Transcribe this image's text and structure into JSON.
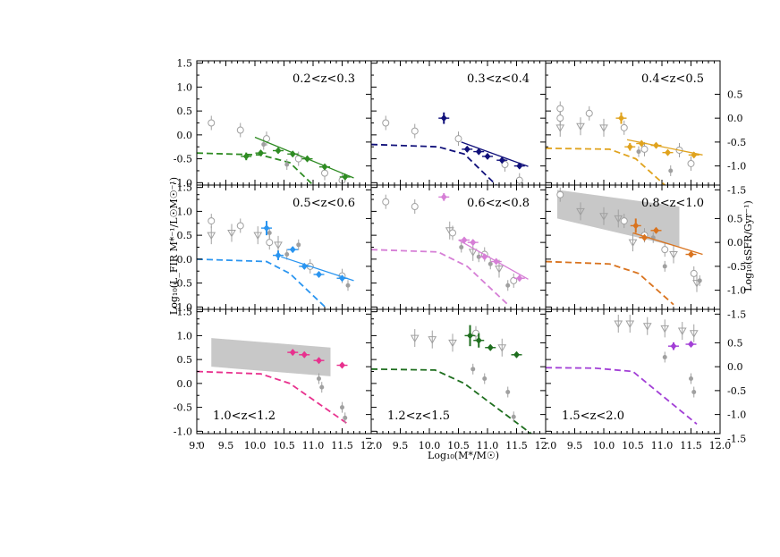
{
  "figure": {
    "xlabel": "Log₁₀(M*/M☉)",
    "ylabel_left": "Log₁₀(L_FIR M*⁻¹/L☉M☉⁻¹)",
    "ylabel_right": "Log₁₀(sSFR/Gyr⁻¹)"
  },
  "axes": {
    "x_ticks": [
      9.0,
      9.5,
      10.0,
      10.5,
      11.0,
      11.5,
      12.0
    ],
    "x_tick_labels": [
      "9.0",
      "9.5",
      "10.0",
      "10.5",
      "11.0",
      "11.5",
      "12.0"
    ],
    "left_ticks": [
      1.5,
      1.0,
      0.5,
      0.0,
      -0.5,
      -1.0
    ],
    "left_tick_labels": [
      "1.5",
      "1.0",
      "0.5",
      "0.0",
      "-0.5",
      "-1.0"
    ],
    "right_ticks": [
      0.5,
      0.0,
      -0.5,
      -1.0,
      -1.5
    ],
    "right_tick_labels": [
      "0.5",
      "0.0",
      "-0.5",
      "-1.0",
      "-1.5"
    ],
    "xlim": [
      9.0,
      12.0
    ],
    "ylim": [
      -1.05,
      1.55
    ],
    "ssfr_offset": -0.35
  },
  "chart_data": [
    {
      "type": "scatter",
      "label": "0.2<z<0.3",
      "color": "#2e8b22",
      "points": [
        [
          9.85,
          -0.45,
          0.08
        ],
        [
          10.1,
          -0.38,
          0.06
        ],
        [
          10.4,
          -0.33,
          0.05
        ],
        [
          10.65,
          -0.4,
          0.05
        ],
        [
          10.9,
          -0.5,
          0.05
        ],
        [
          11.2,
          -0.67,
          0.05
        ],
        [
          11.55,
          -0.88,
          0.05
        ]
      ],
      "fit": [
        [
          10.0,
          -0.05
        ],
        [
          11.7,
          -0.9
        ]
      ],
      "dashed": [
        [
          9.0,
          -0.38
        ],
        [
          10.1,
          -0.42
        ],
        [
          10.6,
          -0.58
        ],
        [
          11.0,
          -1.05
        ]
      ],
      "grey_open": [
        [
          9.25,
          0.25
        ],
        [
          9.75,
          0.1
        ],
        [
          10.2,
          -0.08
        ],
        [
          10.75,
          -0.5
        ],
        [
          11.2,
          -0.8
        ],
        [
          11.5,
          -0.95
        ]
      ],
      "grey_filled": [
        [
          10.15,
          -0.2
        ],
        [
          10.55,
          -0.62
        ]
      ],
      "grey_triangles": [],
      "grey_box": null
    },
    {
      "type": "scatter",
      "label": "0.3<z<0.4",
      "color": "#10107a",
      "points": [
        [
          10.25,
          0.35,
          0.12
        ],
        [
          10.65,
          -0.3,
          0.05
        ],
        [
          10.85,
          -0.35,
          0.05
        ],
        [
          11.0,
          -0.45,
          0.05
        ],
        [
          11.25,
          -0.53,
          0.05
        ],
        [
          11.55,
          -0.65,
          0.05
        ]
      ],
      "fit": [
        [
          10.55,
          -0.15
        ],
        [
          11.7,
          -0.66
        ]
      ],
      "dashed": [
        [
          9.0,
          -0.2
        ],
        [
          10.15,
          -0.25
        ],
        [
          10.6,
          -0.4
        ],
        [
          11.15,
          -1.05
        ]
      ],
      "grey_open": [
        [
          9.25,
          0.25
        ],
        [
          9.75,
          0.08
        ],
        [
          10.5,
          -0.08
        ],
        [
          11.3,
          -0.62
        ],
        [
          11.55,
          -0.95
        ]
      ],
      "grey_filled": [],
      "grey_triangles": [],
      "grey_box": null
    },
    {
      "type": "scatter",
      "label": "0.4<z<0.5",
      "color": "#e0a31e",
      "points": [
        [
          10.3,
          0.35,
          0.12
        ],
        [
          10.45,
          -0.25,
          0.08
        ],
        [
          10.65,
          -0.18,
          0.05
        ],
        [
          10.9,
          -0.22,
          0.05
        ],
        [
          11.1,
          -0.37,
          0.05
        ],
        [
          11.55,
          -0.42,
          0.05
        ]
      ],
      "fit": [
        [
          10.4,
          -0.1
        ],
        [
          11.7,
          -0.42
        ]
      ],
      "dashed": [
        [
          9.0,
          -0.28
        ],
        [
          10.1,
          -0.3
        ],
        [
          10.55,
          -0.5
        ],
        [
          11.05,
          -1.05
        ]
      ],
      "grey_open": [
        [
          9.25,
          0.55
        ],
        [
          9.25,
          0.35
        ],
        [
          9.75,
          0.45
        ],
        [
          10.35,
          0.15
        ],
        [
          10.7,
          -0.3
        ],
        [
          11.3,
          -0.32
        ],
        [
          11.5,
          -0.6
        ]
      ],
      "grey_filled": [
        [
          10.6,
          -0.35
        ],
        [
          11.15,
          -0.75
        ]
      ],
      "grey_triangles": [
        [
          9.25,
          0.15
        ],
        [
          9.6,
          0.18
        ],
        [
          10.0,
          0.15
        ]
      ],
      "grey_box": null
    },
    {
      "type": "scatter",
      "label": "0.5<z<0.6",
      "color": "#2a95f0",
      "points": [
        [
          10.2,
          0.65,
          0.15
        ],
        [
          10.4,
          0.08,
          0.1
        ],
        [
          10.65,
          0.2,
          0.05
        ],
        [
          10.85,
          -0.15,
          0.05
        ],
        [
          11.1,
          -0.32,
          0.05
        ],
        [
          11.5,
          -0.4,
          0.05
        ]
      ],
      "fit": [
        [
          10.45,
          0.05
        ],
        [
          11.7,
          -0.45
        ]
      ],
      "dashed": [
        [
          9.0,
          0.0
        ],
        [
          10.2,
          -0.05
        ],
        [
          10.6,
          -0.3
        ],
        [
          11.25,
          -1.05
        ]
      ],
      "grey_open": [
        [
          9.25,
          0.8
        ],
        [
          9.75,
          0.7
        ],
        [
          10.25,
          0.35
        ],
        [
          10.95,
          -0.15
        ],
        [
          11.5,
          -0.35
        ]
      ],
      "grey_filled": [
        [
          10.25,
          0.55
        ],
        [
          10.55,
          0.1
        ],
        [
          10.75,
          0.3
        ],
        [
          11.6,
          -0.55
        ]
      ],
      "grey_triangles": [
        [
          9.25,
          0.5
        ],
        [
          9.6,
          0.55
        ],
        [
          10.05,
          0.5
        ],
        [
          10.4,
          0.3
        ]
      ],
      "grey_box": null
    },
    {
      "type": "scatter",
      "label": "0.6<z<0.8",
      "color": "#d67fd6",
      "points": [
        [
          10.25,
          1.3,
          0.08
        ],
        [
          10.6,
          0.4,
          0.05
        ],
        [
          10.75,
          0.35,
          0.05
        ],
        [
          10.95,
          0.05,
          0.05
        ],
        [
          11.15,
          -0.05,
          0.05
        ],
        [
          11.55,
          -0.4,
          0.05
        ]
      ],
      "fit": [
        [
          10.5,
          0.4
        ],
        [
          11.7,
          -0.42
        ]
      ],
      "dashed": [
        [
          9.0,
          0.2
        ],
        [
          10.15,
          0.15
        ],
        [
          10.65,
          -0.15
        ],
        [
          11.35,
          -0.95
        ]
      ],
      "grey_open": [
        [
          9.25,
          1.2
        ],
        [
          9.75,
          1.1
        ],
        [
          10.4,
          0.55
        ],
        [
          10.95,
          0.1
        ],
        [
          11.45,
          -0.45
        ]
      ],
      "grey_filled": [
        [
          10.55,
          0.25
        ],
        [
          10.85,
          0.05
        ],
        [
          11.05,
          -0.1
        ],
        [
          11.35,
          -0.55
        ]
      ],
      "grey_triangles": [
        [
          10.35,
          0.6
        ],
        [
          10.75,
          0.15
        ],
        [
          11.2,
          -0.2
        ]
      ],
      "grey_box": null
    },
    {
      "type": "scatter",
      "label": "0.8<z<1.0",
      "color": "#d9731e",
      "points": [
        [
          10.55,
          0.7,
          0.15
        ],
        [
          10.7,
          0.45,
          0.05
        ],
        [
          10.9,
          0.6,
          0.05
        ],
        [
          11.5,
          0.1,
          0.05
        ]
      ],
      "fit": [
        [
          10.5,
          0.55
        ],
        [
          11.7,
          0.1
        ]
      ],
      "dashed": [
        [
          9.0,
          -0.05
        ],
        [
          10.1,
          -0.1
        ],
        [
          10.6,
          -0.3
        ],
        [
          11.2,
          -0.95
        ]
      ],
      "grey_open": [
        [
          9.25,
          1.35
        ],
        [
          10.35,
          0.8
        ],
        [
          10.7,
          0.5
        ],
        [
          11.05,
          0.2
        ],
        [
          11.55,
          -0.3
        ]
      ],
      "grey_filled": [
        [
          10.85,
          0.45
        ],
        [
          11.05,
          -0.15
        ],
        [
          11.65,
          -0.45
        ]
      ],
      "grey_triangles": [
        [
          9.6,
          1.0
        ],
        [
          10.0,
          0.9
        ],
        [
          10.25,
          0.85
        ],
        [
          10.5,
          0.35
        ],
        [
          11.2,
          0.1
        ],
        [
          11.6,
          -0.5
        ]
      ],
      "grey_box": [
        [
          9.2,
          0.85
        ],
        [
          11.3,
          0.25
        ],
        [
          11.3,
          1.1
        ],
        [
          9.2,
          1.45
        ]
      ]
    },
    {
      "type": "scatter",
      "label": "1.0<z<1.2",
      "color": "#e8318e",
      "points": [
        [
          10.65,
          0.65,
          0.05
        ],
        [
          10.85,
          0.6,
          0.05
        ],
        [
          11.1,
          0.48,
          0.05
        ],
        [
          11.5,
          0.38,
          0.05
        ]
      ],
      "fit": [],
      "dashed": [
        [
          9.0,
          0.25
        ],
        [
          10.1,
          0.2
        ],
        [
          10.6,
          0.0
        ],
        [
          11.6,
          -0.85
        ]
      ],
      "grey_open": [],
      "grey_filled": [
        [
          11.1,
          0.1
        ],
        [
          11.15,
          -0.08
        ],
        [
          11.5,
          -0.5
        ],
        [
          11.55,
          -0.72
        ]
      ],
      "grey_triangles": [],
      "grey_box": [
        [
          9.25,
          0.35
        ],
        [
          11.3,
          0.15
        ],
        [
          11.3,
          0.75
        ],
        [
          9.25,
          0.95
        ]
      ]
    },
    {
      "type": "scatter",
      "label": "1.2<z<1.5",
      "color": "#1e6e1e",
      "points": [
        [
          10.7,
          1.0,
          0.22
        ],
        [
          10.85,
          0.9,
          0.15
        ],
        [
          11.05,
          0.75,
          0.05
        ],
        [
          11.5,
          0.6,
          0.05
        ]
      ],
      "fit": [],
      "dashed": [
        [
          9.0,
          0.3
        ],
        [
          10.1,
          0.28
        ],
        [
          10.6,
          0.0
        ],
        [
          11.75,
          -1.05
        ]
      ],
      "grey_open": [
        [
          10.8,
          1.05
        ]
      ],
      "grey_filled": [
        [
          10.75,
          0.3
        ],
        [
          10.95,
          0.1
        ],
        [
          11.35,
          -0.18
        ],
        [
          11.45,
          -0.7
        ]
      ],
      "grey_triangles": [
        [
          9.75,
          0.95
        ],
        [
          10.05,
          0.92
        ],
        [
          10.4,
          0.85
        ],
        [
          11.25,
          0.75
        ]
      ],
      "grey_box": null
    },
    {
      "type": "scatter",
      "label": "1.5<z<2.0",
      "color": "#a23fd6",
      "points": [
        [
          11.2,
          0.78,
          0.08
        ],
        [
          11.5,
          0.82,
          0.03
        ]
      ],
      "fit": [],
      "dashed": [
        [
          9.0,
          0.33
        ],
        [
          9.85,
          0.32
        ],
        [
          10.5,
          0.25
        ],
        [
          11.6,
          -0.85
        ]
      ],
      "grey_open": [],
      "grey_filled": [
        [
          11.05,
          0.55
        ],
        [
          11.5,
          0.1
        ],
        [
          11.55,
          -0.18
        ]
      ],
      "grey_triangles": [
        [
          10.25,
          1.25
        ],
        [
          10.45,
          1.25
        ],
        [
          10.75,
          1.2
        ],
        [
          11.05,
          1.15
        ],
        [
          11.35,
          1.1
        ],
        [
          11.55,
          1.05
        ]
      ],
      "grey_box": null
    }
  ]
}
